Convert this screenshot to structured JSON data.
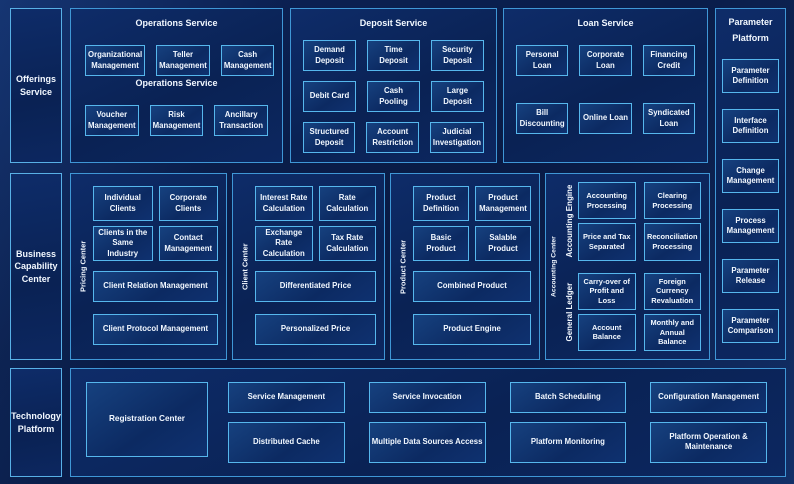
{
  "sidebar": {
    "offerings": "Offerings Service",
    "business": "Business Capability Center",
    "technology": "Technology Platform"
  },
  "operations": {
    "title": "Operations Service",
    "subtitle": "Operations Service",
    "row1": [
      "Organizational Management",
      "Teller Management",
      "Cash Management"
    ],
    "row2": [
      "Voucher Management",
      "Risk Management",
      "Ancillary Transaction"
    ]
  },
  "deposit": {
    "title": "Deposit Service",
    "row1": [
      "Demand Deposit",
      "Time Deposit",
      "Security Deposit"
    ],
    "row2": [
      "Debit Card",
      "Cash Pooling",
      "Large Deposit"
    ],
    "row3": [
      "Structured Deposit",
      "Account Restriction",
      "Judicial Investigation"
    ]
  },
  "loan": {
    "title": "Loan Service",
    "row1": [
      "Personal Loan",
      "Corporate Loan",
      "Financing Credit"
    ],
    "row2": [
      "Bill Discounting",
      "Online Loan",
      "Syndicated Loan"
    ]
  },
  "parameter": {
    "title_line1": "Parameter",
    "title_line2": "Platform",
    "items": [
      "Parameter Definition",
      "Interface Definition",
      "Change Management",
      "Process Management",
      "Parameter Release",
      "Parameter Comparison"
    ]
  },
  "pricing": {
    "label": "Pricing Center",
    "grid": [
      "Individual Clients",
      "Corporate Clients",
      "Clients in the Same Industry",
      "Contact Management"
    ],
    "wide": [
      "Client Relation Management",
      "Client Protocol Management"
    ]
  },
  "client": {
    "label": "Client Center",
    "grid": [
      "Interest Rate Calculation",
      "Rate Calculation",
      "Exchange Rate Calculation",
      "Tax Rate Calculation"
    ],
    "wide": [
      "Differentiated Price",
      "Personalized Price"
    ]
  },
  "product": {
    "label": "Product Center",
    "grid": [
      "Product Definition",
      "Product Management",
      "Basic Product",
      "Salable Product"
    ],
    "wide": [
      "Combined Product",
      "Product Engine"
    ]
  },
  "accounting": {
    "outer_label": "Accounting Center",
    "engine_label": "Accounting Engine",
    "ledger_label": "General Ledger",
    "engine_grid": [
      "Accounting Processing",
      "Clearing Processing",
      "Price and Tax Separated",
      "Reconciliation Processing"
    ],
    "ledger_grid": [
      "Carry-over of Profit and Loss",
      "Foreign Currency Revaluation",
      "Account Balance",
      "Monthly and Annual Balance"
    ]
  },
  "technology": {
    "registration": "Registration Center",
    "row1": [
      "Service Management",
      "Service Invocation",
      "Batch Scheduling",
      "Configuration Management"
    ],
    "row2": [
      "Distributed Cache",
      "Multiple Data Sources Access",
      "Platform Monitoring",
      "Platform Operation & Maintenance"
    ]
  },
  "colors": {
    "background": "#0a1c46",
    "panel_fill": "#0c2760",
    "panel_border": "#3f97d6",
    "box_fill": "#113572",
    "box_border": "#56b7ed",
    "text": "#f2f8ff"
  }
}
